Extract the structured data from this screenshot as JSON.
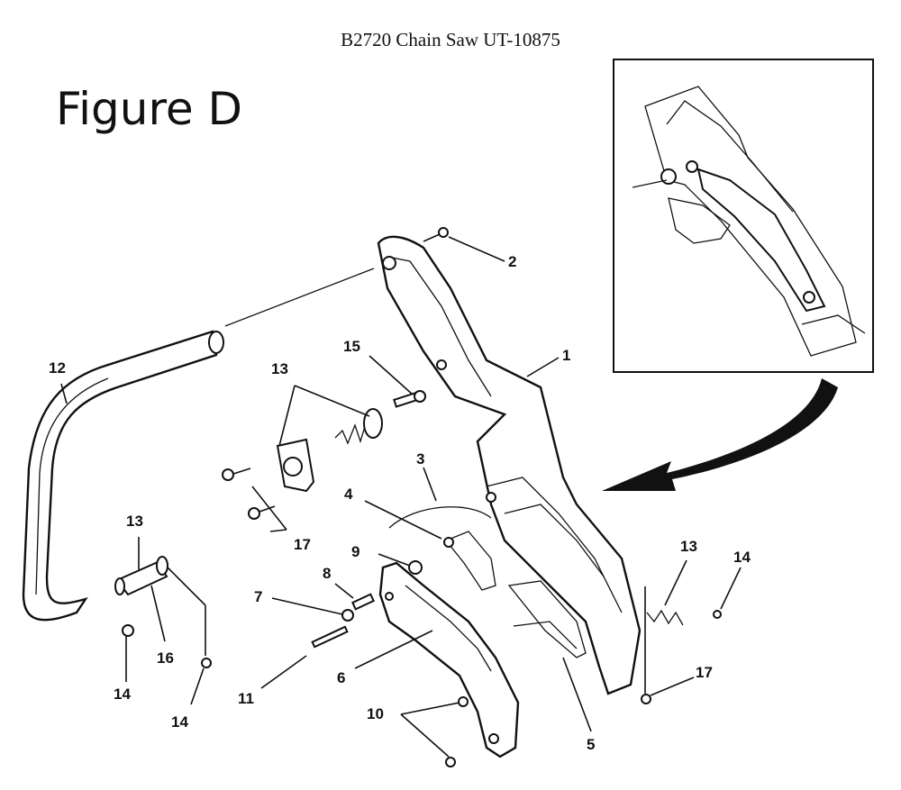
{
  "header": {
    "title": "B2720 Chain Saw UT-10875"
  },
  "figure": {
    "title": "Figure D"
  },
  "callouts": {
    "c1": "1",
    "c2": "2",
    "c3": "3",
    "c4": "4",
    "c5": "5",
    "c6": "6",
    "c7": "7",
    "c8": "8",
    "c9": "9",
    "c10": "10",
    "c11": "11",
    "c12": "12",
    "c13a": "13",
    "c13b": "13",
    "c13c": "13",
    "c14a": "14",
    "c14b": "14",
    "c14c": "14",
    "c15": "15",
    "c16": "16",
    "c17a": "17",
    "c17b": "17"
  }
}
